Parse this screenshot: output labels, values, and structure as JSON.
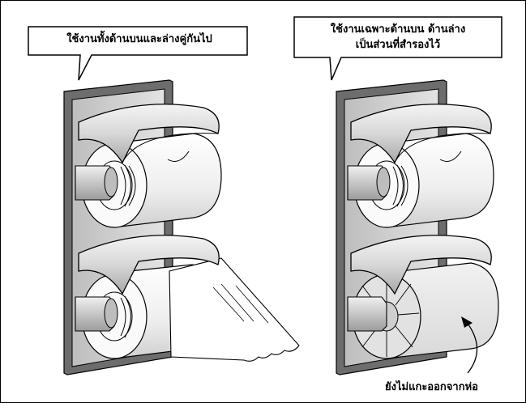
{
  "left_panel": {
    "caption": "ใช้งานทั้งด้านบนและล่างคู่กันไป"
  },
  "right_panel": {
    "caption_line1": "ใช้งานเฉพาะด้านบน ด้านล่าง",
    "caption_line2": "เป็นส่วนที่สำรองไว้",
    "note": "ยังไม่แกะออกจากห่อ"
  }
}
